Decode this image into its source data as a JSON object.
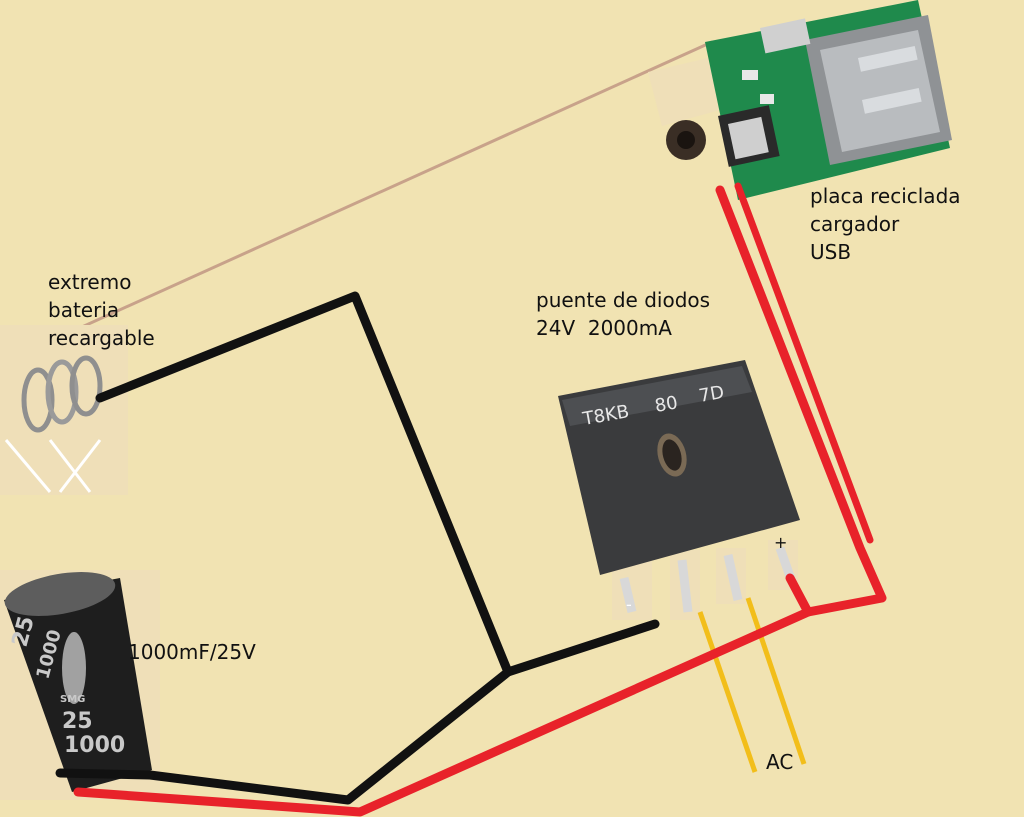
{
  "labels": {
    "battery": [
      "extremo",
      "bateria",
      "recargable"
    ],
    "bridge": [
      "puente de diodos",
      "24V  2000mA"
    ],
    "capacitor": "1000mF/25V",
    "charger": [
      "placa reciclada",
      "cargador",
      "USB"
    ],
    "ac": "AC"
  },
  "bridge_component": {
    "marking": [
      "T8KB",
      "80",
      "7D"
    ],
    "minus_mark": "-",
    "plus_mark": "+"
  },
  "capacitor_component": {
    "marking_top": "25",
    "marking_mid": "1000",
    "marking_small": "SMG",
    "marking_bottom": "25",
    "marking_bottom2": "1000"
  },
  "colors": {
    "background": "#f1e3b2",
    "wire_negative": "#111111",
    "wire_positive": "#e8222a",
    "wire_ac": "#f2be1a",
    "pcb_green": "#1f8a4c",
    "bridge_body": "#3a3b3d"
  }
}
